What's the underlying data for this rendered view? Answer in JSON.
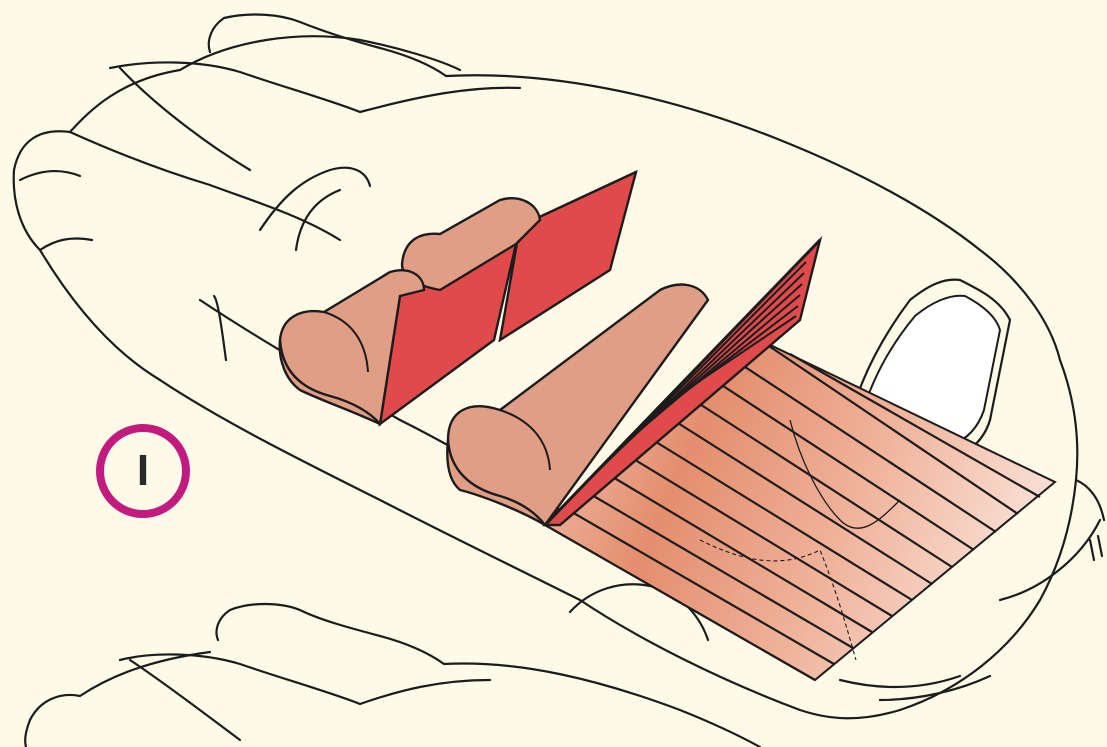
{
  "figure": {
    "badge_label": "I",
    "colors": {
      "background": "#fdfbe8",
      "outline": "#1c1c1c",
      "upholstery": "#e19e86",
      "seatback_red": "#e04a4a",
      "floor_gradient_light": "#f6d2c2",
      "floor_gradient_dark": "#e48e6e",
      "badge_ring": "#c21a7e"
    },
    "parts": [
      "car-body-outline",
      "front-seat-cushions",
      "front-seat-backrests",
      "rear-bench-cushion",
      "rear-folded-backrest",
      "flat-load-floor",
      "rear-window",
      "second-car-outline"
    ]
  }
}
